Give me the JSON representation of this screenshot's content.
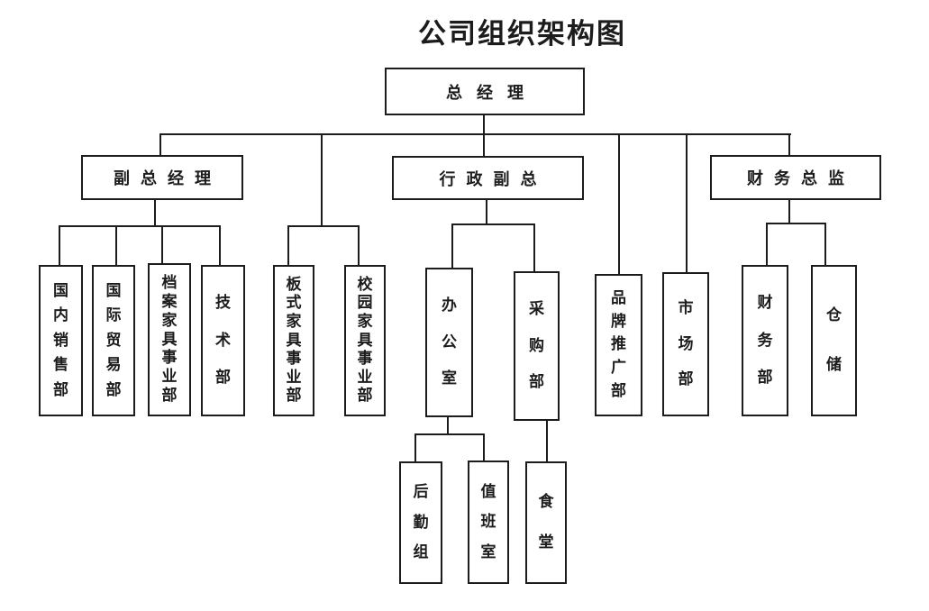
{
  "title": "公司组织架构图",
  "colors": {
    "ink": "#1c1c1c",
    "background": "#ffffff"
  },
  "tree": {
    "label": "总经理",
    "children": [
      {
        "label": "副总经理",
        "children": [
          {
            "label": "国内销售部"
          },
          {
            "label": "国际贸易部"
          },
          {
            "label": "档案家具事业部"
          },
          {
            "label": "技术部"
          }
        ]
      },
      {
        "label": "板式家具事业部"
      },
      {
        "label": "校园家具事业部"
      },
      {
        "label": "行政副总",
        "children": [
          {
            "label": "办公室",
            "children": [
              {
                "label": "后勤组"
              },
              {
                "label": "值班室"
              }
            ]
          },
          {
            "label": "采购部",
            "children": [
              {
                "label": "食堂"
              }
            ]
          }
        ]
      },
      {
        "label": "品牌推广部"
      },
      {
        "label": "市场部"
      },
      {
        "label": "财务总监",
        "children": [
          {
            "label": "财务部"
          },
          {
            "label": "仓储"
          }
        ]
      }
    ]
  }
}
